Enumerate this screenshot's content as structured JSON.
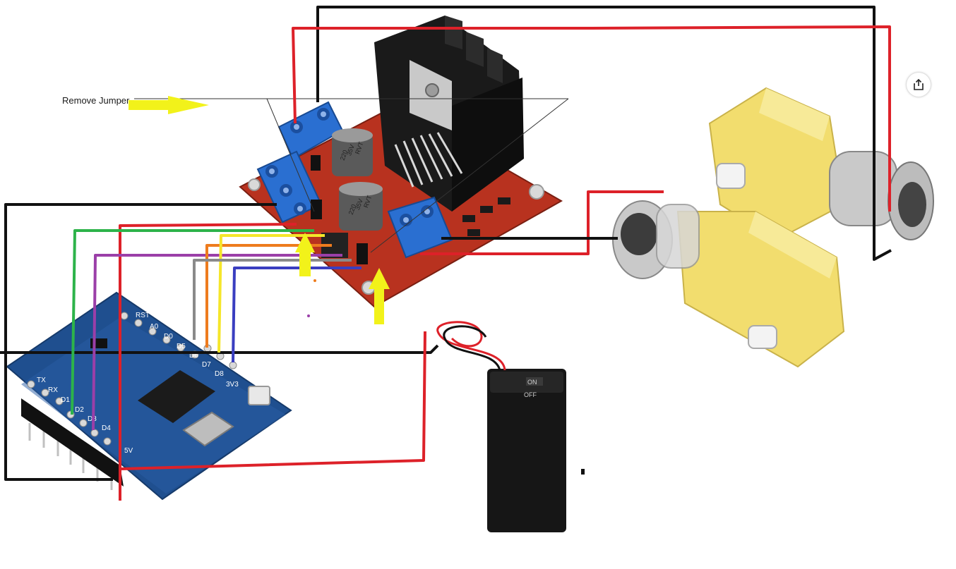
{
  "annotation": {
    "text": "Remove Jumper"
  },
  "controller": {
    "pins_left": [
      "TX",
      "RX",
      "D1",
      "D2",
      "D3",
      "D4"
    ],
    "pins_right": [
      "RST",
      "A0",
      "D0",
      "D5",
      "D6",
      "D7",
      "D8",
      "3V3"
    ],
    "pins_bottom": [
      "5V"
    ]
  },
  "capacitors": {
    "label_top": "220",
    "label_mid": "35V",
    "label_bottom": "RVT"
  },
  "battery": {
    "label_top": "ON",
    "label_bottom": "OFF"
  },
  "colors": {
    "red": "#dd2129",
    "black": "#111111",
    "green": "#2db34a",
    "purple": "#9b3fa8",
    "orange": "#ee7c1e",
    "yellow": "#f5e62a",
    "gray": "#8a8a8a",
    "blue": "#3a3ec0",
    "arrow": "#f2f21a",
    "board_red": "#b8321f",
    "terminal_blue": "#2a6fd1",
    "controller_blue": "#1f4f8f",
    "motor_yellow": "#f2dd6e",
    "heatsink": "#1a1a1a"
  },
  "icons": {
    "share": "share-icon"
  }
}
